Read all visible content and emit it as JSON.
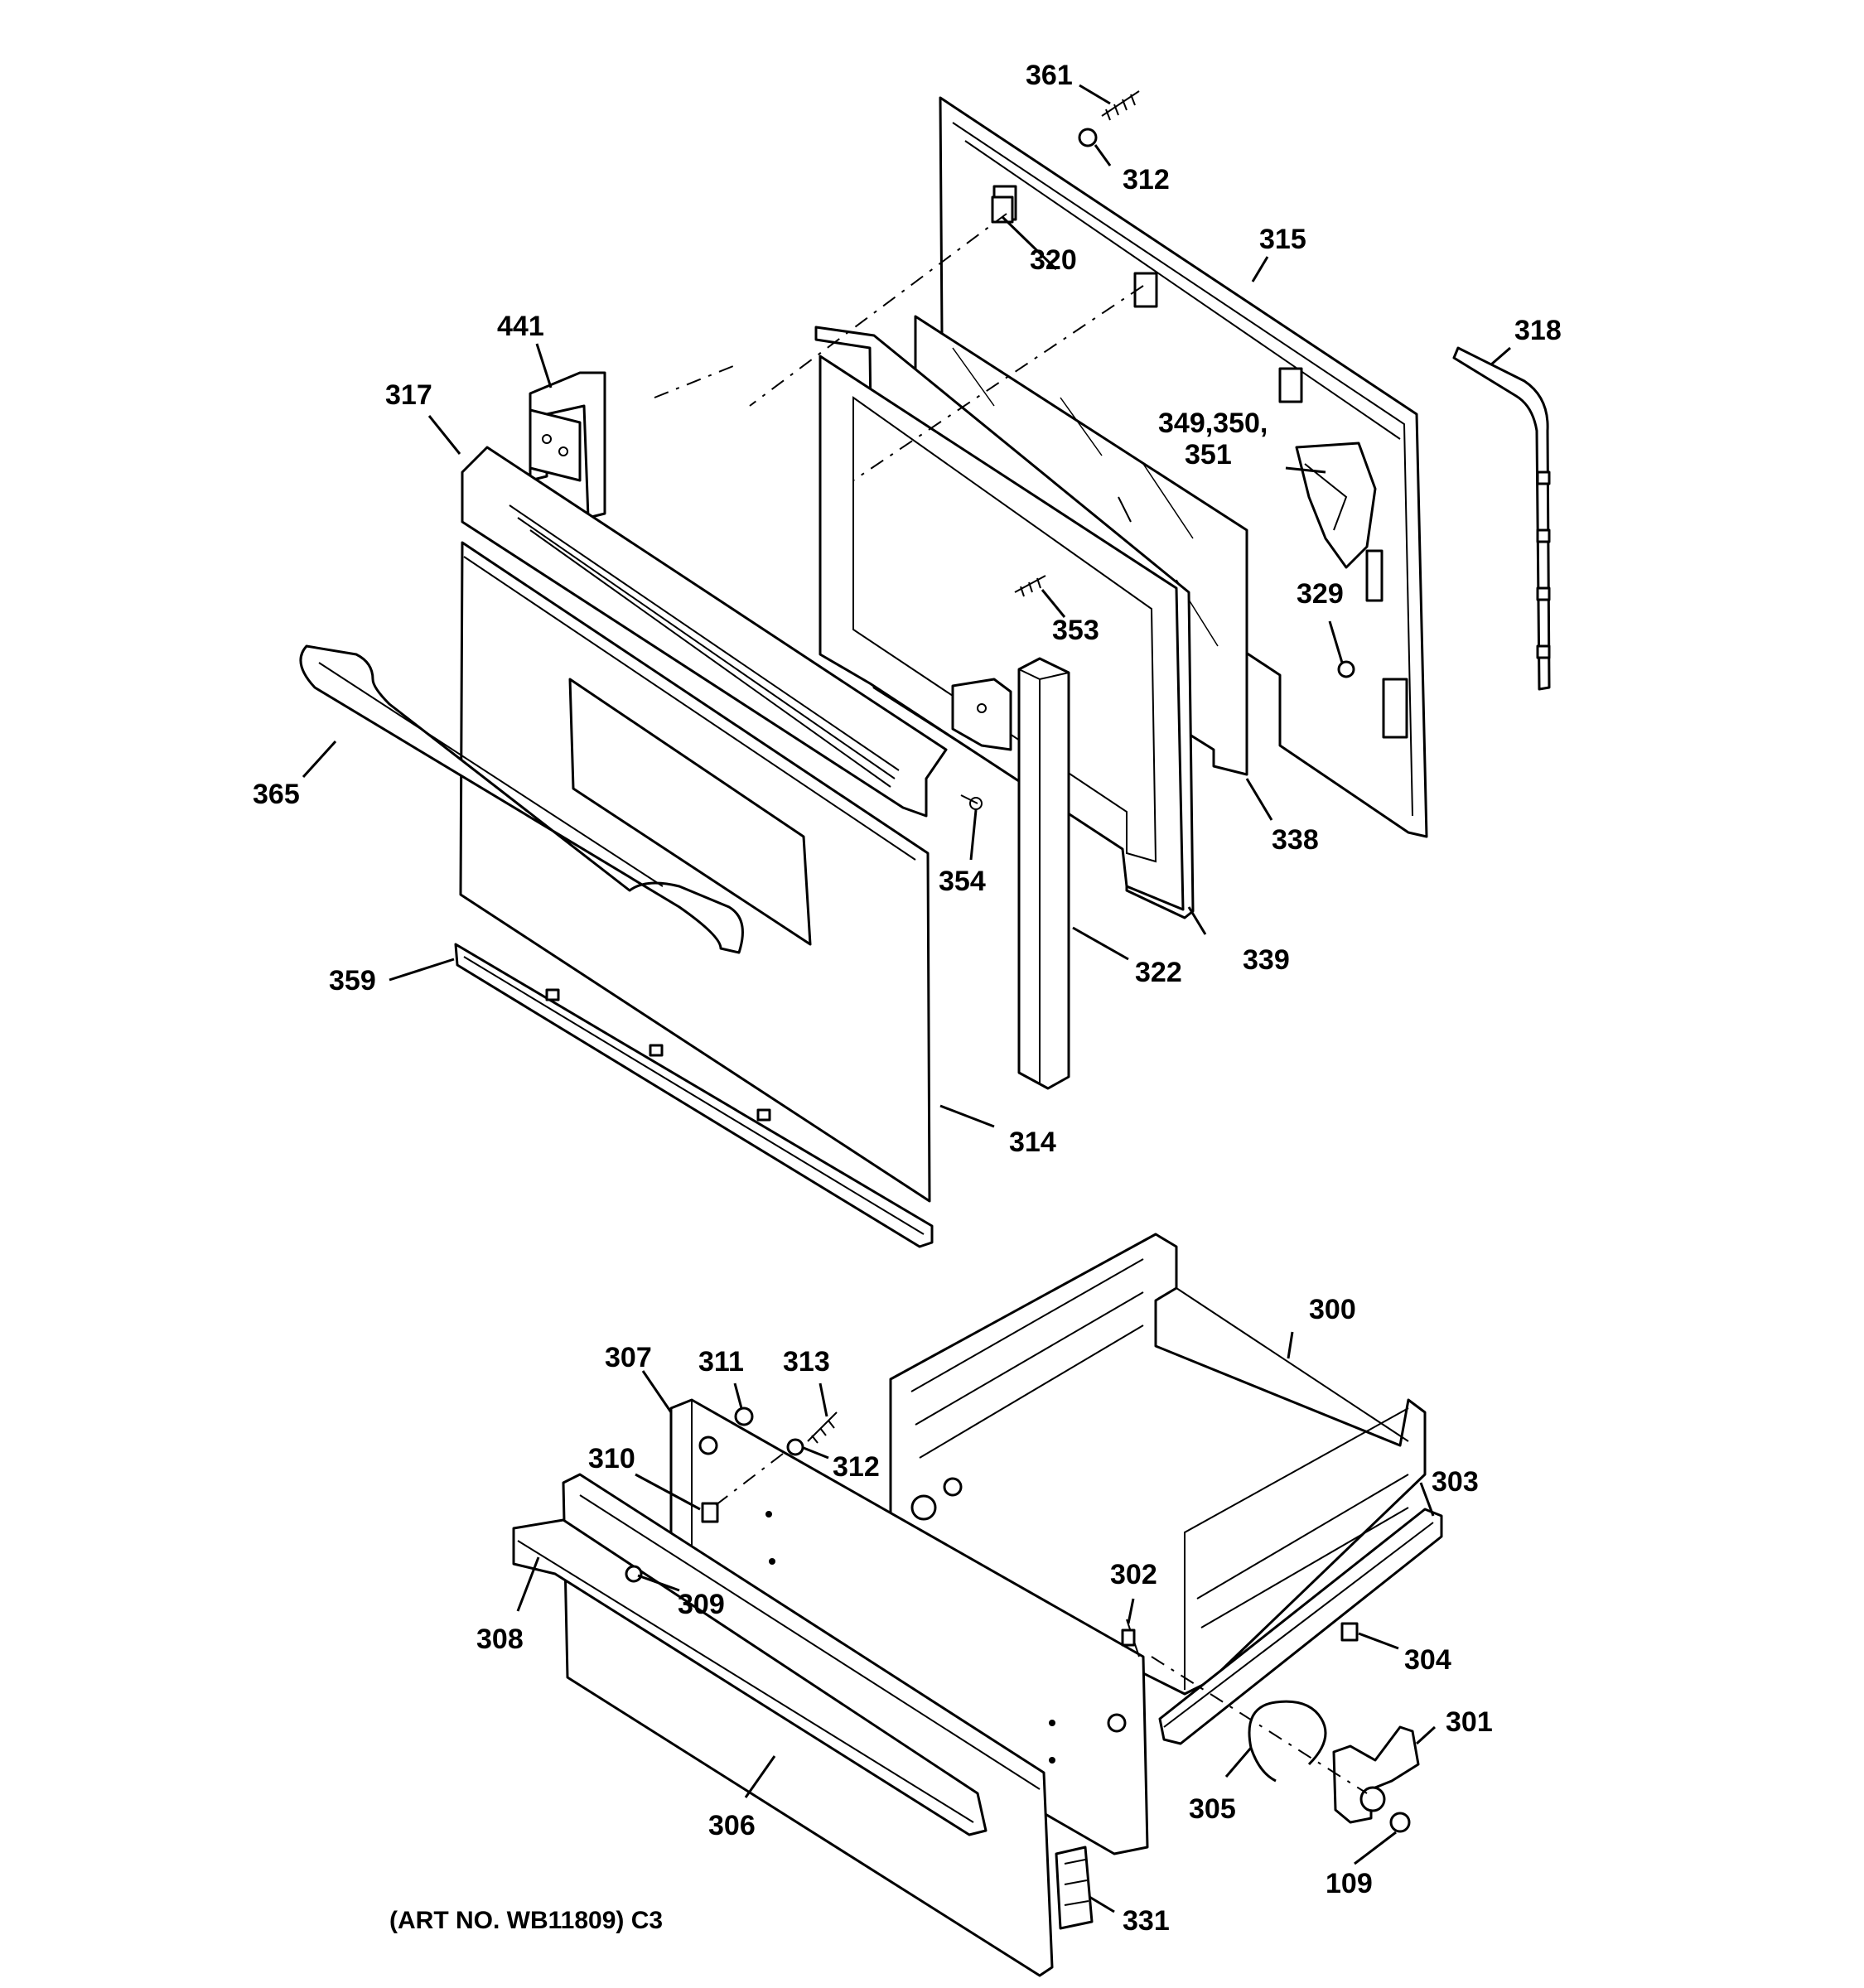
{
  "callouts": {
    "c361": "361",
    "c312a": "312",
    "c320": "320",
    "c315": "315",
    "c318": "318",
    "c441": "441",
    "c317": "317",
    "c349": "349,350,",
    "c351": "351",
    "c329": "329",
    "c353": "353",
    "c365": "365",
    "c338": "338",
    "c354": "354",
    "c339": "339",
    "c322": "322",
    "c359": "359",
    "c314": "314",
    "c300": "300",
    "c307": "307",
    "c311": "311",
    "c313": "313",
    "c312b": "312",
    "c310": "310",
    "c303": "303",
    "c302": "302",
    "c309": "309",
    "c308": "308",
    "c304": "304",
    "c301": "301",
    "c305": "305",
    "c306": "306",
    "c109": "109",
    "c331": "331"
  },
  "art_number": "(ART NO. WB11809) C3"
}
